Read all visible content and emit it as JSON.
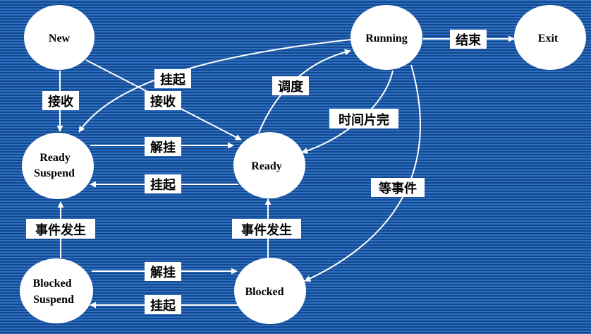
{
  "colors": {
    "background": "#1d5aa8",
    "stripe_light": "#2c6fbf",
    "stripe_dark": "#13478f",
    "node_fill": "#ffffff",
    "edge": "#ffffff",
    "label_bg": "#ffffff"
  },
  "nodes": {
    "new": [
      "New"
    ],
    "running": [
      "Running"
    ],
    "exit": [
      "Exit"
    ],
    "ready_suspend": [
      "Ready",
      "Suspend"
    ],
    "ready": [
      "Ready"
    ],
    "blocked_suspend": [
      "Blocked",
      "Suspend"
    ],
    "blocked": [
      "Blocked"
    ]
  },
  "edges": {
    "new_to_ready_suspend": "接收",
    "new_to_ready": "接收",
    "running_to_ready_suspend": "挂起",
    "ready_to_running": "调度",
    "running_to_ready": "时间片完",
    "running_to_exit": "结束",
    "ready_suspend_to_ready": "解挂",
    "ready_to_ready_suspend": "挂起",
    "running_to_blocked": "等事件",
    "blocked_suspend_to_ready_suspend": "事件发生",
    "blocked_to_ready": "事件发生",
    "blocked_suspend_to_blocked": "解挂",
    "blocked_to_blocked_suspend": "挂起"
  }
}
